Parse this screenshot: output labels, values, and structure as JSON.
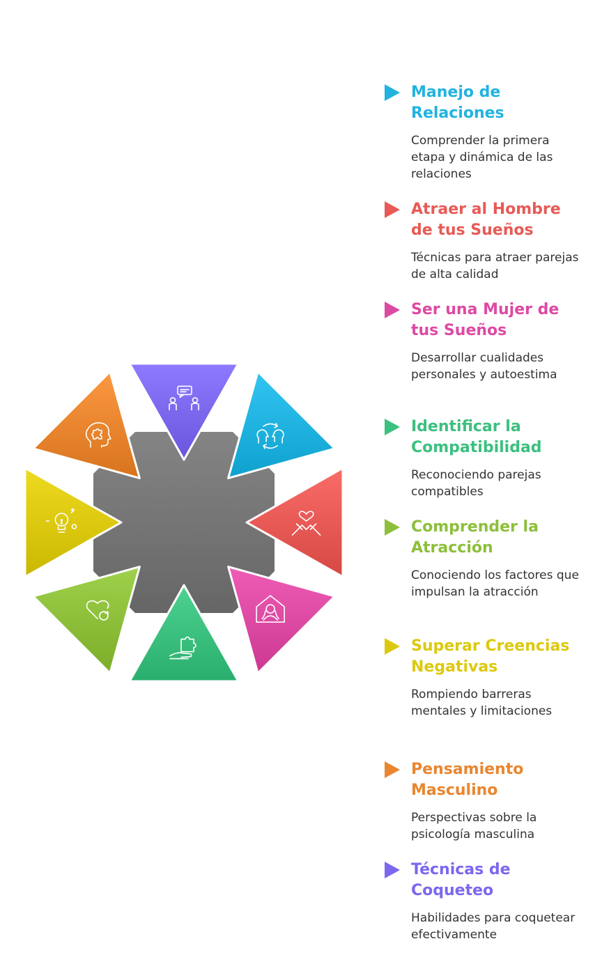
{
  "colors": {
    "purple": "#7b68ee",
    "sky": "#21b3e0",
    "red": "#e85a56",
    "pink": "#dd4aa3",
    "green": "#3cc07f",
    "lime": "#8dbf3a",
    "yellow": "#dcc90e",
    "orange": "#e9862f",
    "center": "#6e6e6e"
  },
  "diagram": {
    "segments": [
      {
        "icon": "people-chat-icon",
        "color_key": "purple"
      },
      {
        "icon": "two-heads-cycle-icon",
        "color_key": "sky"
      },
      {
        "icon": "hands-heart-icon",
        "color_key": "red"
      },
      {
        "icon": "woman-portrait-icon",
        "color_key": "pink"
      },
      {
        "icon": "hand-puzzle-icon",
        "color_key": "green"
      },
      {
        "icon": "heart-refresh-icon",
        "color_key": "lime"
      },
      {
        "icon": "lightbulb-idea-icon",
        "color_key": "yellow"
      },
      {
        "icon": "head-puzzle-icon",
        "color_key": "orange"
      }
    ]
  },
  "items": [
    {
      "title": "Manejo de Relaciones",
      "description": "Comprender la primera etapa y dinámica de las relaciones",
      "color_key": "sky"
    },
    {
      "title": "Atraer al Hombre de tus Sueños",
      "description": "Técnicas para atraer parejas de alta calidad",
      "color_key": "red"
    },
    {
      "title": "Ser una Mujer de tus Sueños",
      "description": "Desarrollar cualidades personales y autoestima",
      "color_key": "pink"
    },
    {
      "title": "Identificar la Compatibilidad",
      "description": "Reconociendo parejas compatibles",
      "color_key": "green"
    },
    {
      "title": "Comprender la Atracción",
      "description": "Conociendo los factores que impulsan la atracción",
      "color_key": "lime"
    },
    {
      "title": "Superar Creencias Negativas",
      "description": "Rompiendo barreras mentales y limitaciones",
      "color_key": "yellow"
    },
    {
      "title": "Pensamiento Masculino",
      "description": "Perspectivas sobre la psicología masculina",
      "color_key": "orange"
    },
    {
      "title": "Técnicas de Coqueteo",
      "description": "Habilidades para coquetear efectivamente",
      "color_key": "purple"
    }
  ]
}
